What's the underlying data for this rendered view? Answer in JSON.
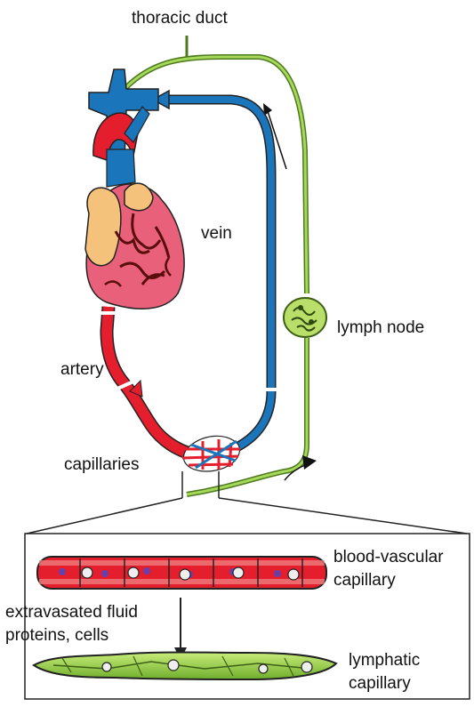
{
  "labels": {
    "thoracic_duct": "thoracic duct",
    "vein": "vein",
    "lymph_node": "lymph node",
    "artery": "artery",
    "capillaries": "capillaries",
    "blood_vascular_capillary_line1": "blood-vascular",
    "blood_vascular_capillary_line2": "capillary",
    "extravasated_line1": "extravasated fluid",
    "extravasated_line2": "proteins, cells",
    "lymphatic_capillary_line1": "lymphatic",
    "lymphatic_capillary_line2": "capillary"
  },
  "colors": {
    "artery": "#e41e2d",
    "vein": "#1b75bb",
    "heart": "#e8607a",
    "atrium": "#f4c27a",
    "lymph": "#8cc63f",
    "lymph_outline": "#4d7a1e",
    "node": "#6a8f2a",
    "outline": "#222222"
  }
}
